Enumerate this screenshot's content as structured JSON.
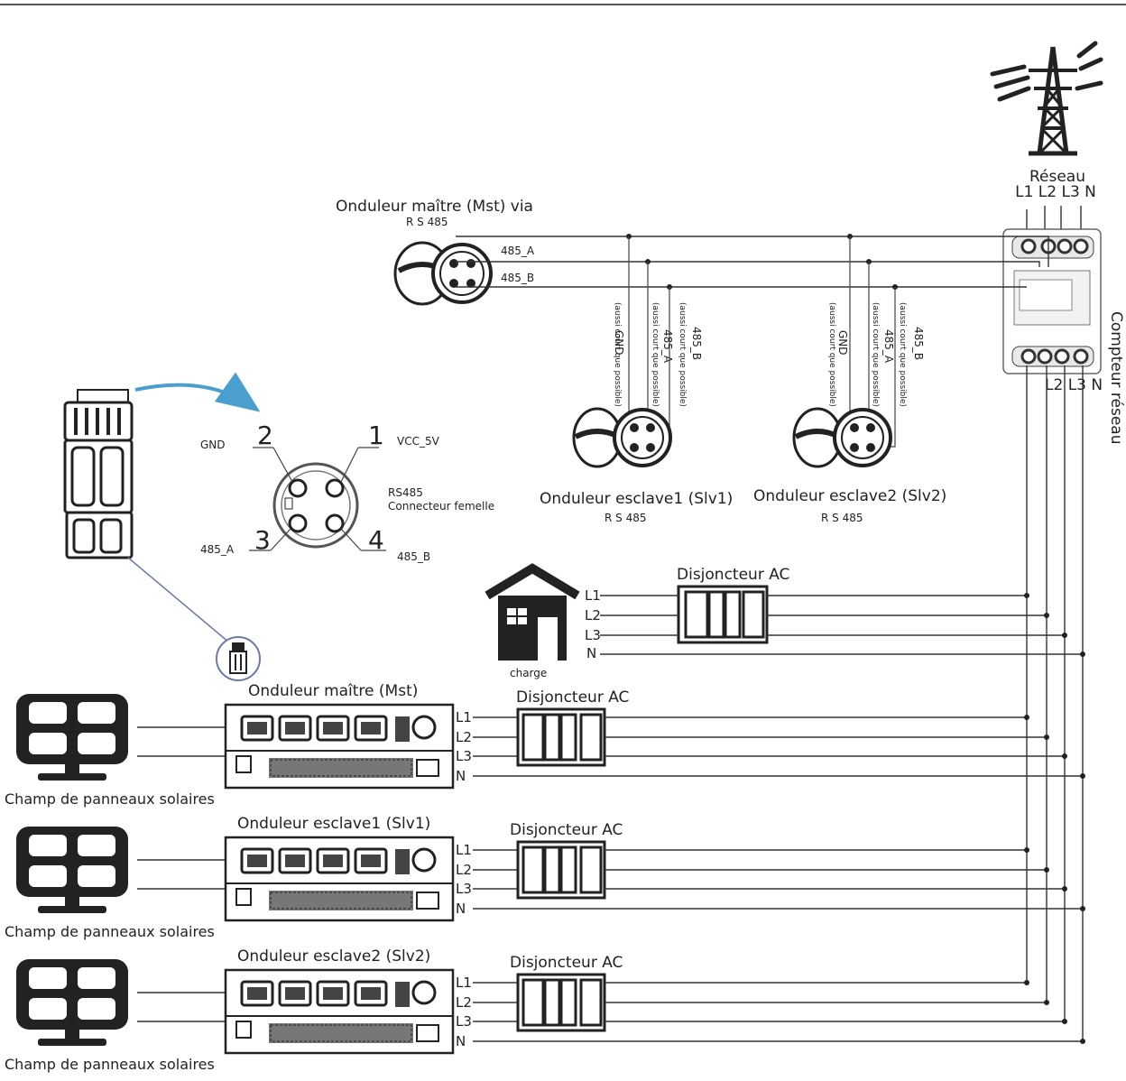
{
  "grid": {
    "title": "Réseau",
    "phases": "L1 L2 L3  N"
  },
  "meter": {
    "label": "Compteur réseau",
    "terminals": "L2 L3 N"
  },
  "master_rs485": {
    "title": "Onduleur maître (Mst) via",
    "sub": "R S 485",
    "wire_a": "485_A",
    "wire_b": "485_B"
  },
  "slave1_rs485": {
    "title": "Onduleur esclave1 (Slv1)",
    "sub": "R S 485"
  },
  "slave2_rs485": {
    "title": "Onduleur esclave2 (Slv2)",
    "sub": "R S 485"
  },
  "vertical_wires": {
    "gnd": "GND",
    "a": "485_A",
    "b": "485_B",
    "note": "(aussi court que possible)"
  },
  "connector": {
    "gnd": "GND",
    "vcc": "VCC_5V",
    "a": "485_A",
    "b": "485_B",
    "p1": "1",
    "p2": "2",
    "p3": "3",
    "p4": "4",
    "title_line1": "RS485",
    "title_line2": "Connecteur femelle"
  },
  "load": {
    "label": "charge",
    "breaker": "Disjoncteur AC"
  },
  "phase_labels": {
    "l1": "L1",
    "l2": "L2",
    "l3": "L3",
    "n": "N"
  },
  "inverters": [
    {
      "title": "Onduleur maître (Mst)",
      "breaker": "Disjoncteur AC",
      "panel": "Champ de panneaux solaires"
    },
    {
      "title": "Onduleur esclave1 (Slv1)",
      "breaker": "Disjoncteur AC",
      "panel": "Champ de panneaux solaires"
    },
    {
      "title": "Onduleur esclave2 (Slv2)",
      "breaker": "Disjoncteur AC",
      "panel": "Champ de panneaux solaires"
    }
  ],
  "colors": {
    "line": "#333333",
    "arrow": "#4a9fcf",
    "ink": "#222222"
  }
}
